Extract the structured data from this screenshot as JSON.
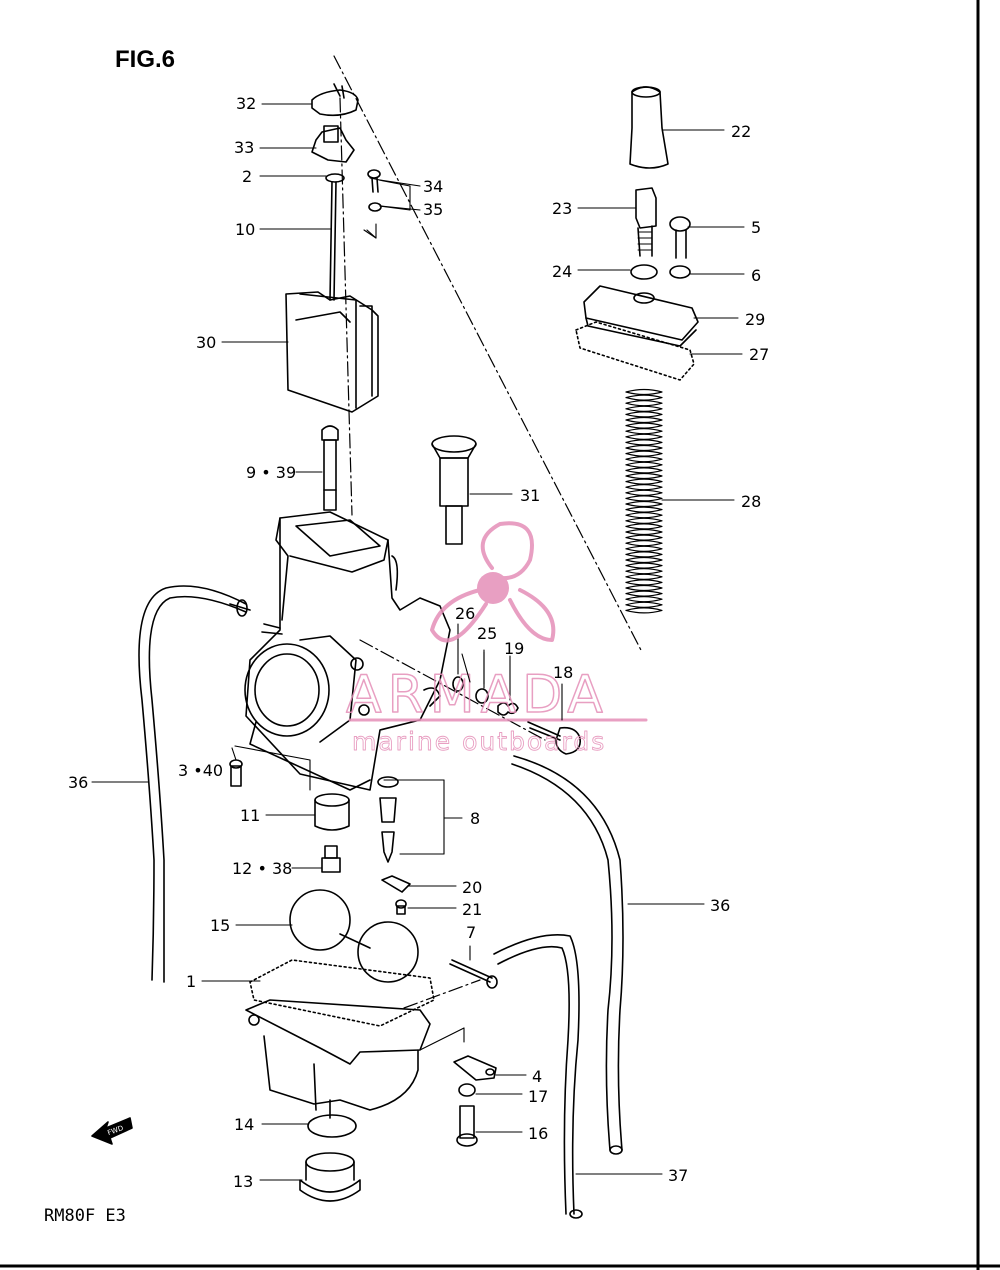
{
  "diagram": {
    "title": "FIG.6",
    "footer": "RM80F E3",
    "fwd_label": "FWD",
    "watermark": {
      "brand": "ARMADA",
      "tagline": "marine outboards",
      "color": "#e58fb8"
    },
    "parts": [
      {
        "id": "p32",
        "label": "32"
      },
      {
        "id": "p33",
        "label": "33"
      },
      {
        "id": "p2",
        "label": "2"
      },
      {
        "id": "p34",
        "label": "34"
      },
      {
        "id": "p35",
        "label": "35"
      },
      {
        "id": "p10",
        "label": "10"
      },
      {
        "id": "p30",
        "label": "30"
      },
      {
        "id": "p9",
        "label": "9 • 39"
      },
      {
        "id": "p31",
        "label": "31"
      },
      {
        "id": "p22",
        "label": "22"
      },
      {
        "id": "p23",
        "label": "23"
      },
      {
        "id": "p5",
        "label": "5"
      },
      {
        "id": "p24",
        "label": "24"
      },
      {
        "id": "p6",
        "label": "6"
      },
      {
        "id": "p29",
        "label": "29"
      },
      {
        "id": "p27",
        "label": "27"
      },
      {
        "id": "p28",
        "label": "28"
      },
      {
        "id": "p26",
        "label": "26"
      },
      {
        "id": "p25",
        "label": "25"
      },
      {
        "id": "p19",
        "label": "19"
      },
      {
        "id": "p18",
        "label": "18"
      },
      {
        "id": "p36a",
        "label": "36"
      },
      {
        "id": "p3",
        "label": "3 •40"
      },
      {
        "id": "p11",
        "label": "11"
      },
      {
        "id": "p8",
        "label": "8"
      },
      {
        "id": "p12",
        "label": "12 • 38"
      },
      {
        "id": "p20",
        "label": "20"
      },
      {
        "id": "p21",
        "label": "21"
      },
      {
        "id": "p15",
        "label": "15"
      },
      {
        "id": "p7",
        "label": "7"
      },
      {
        "id": "p36b",
        "label": "36"
      },
      {
        "id": "p1",
        "label": "1"
      },
      {
        "id": "p4",
        "label": "4"
      },
      {
        "id": "p17",
        "label": "17"
      },
      {
        "id": "p14",
        "label": "14"
      },
      {
        "id": "p16",
        "label": "16"
      },
      {
        "id": "p37",
        "label": "37"
      },
      {
        "id": "p13",
        "label": "13"
      }
    ]
  }
}
